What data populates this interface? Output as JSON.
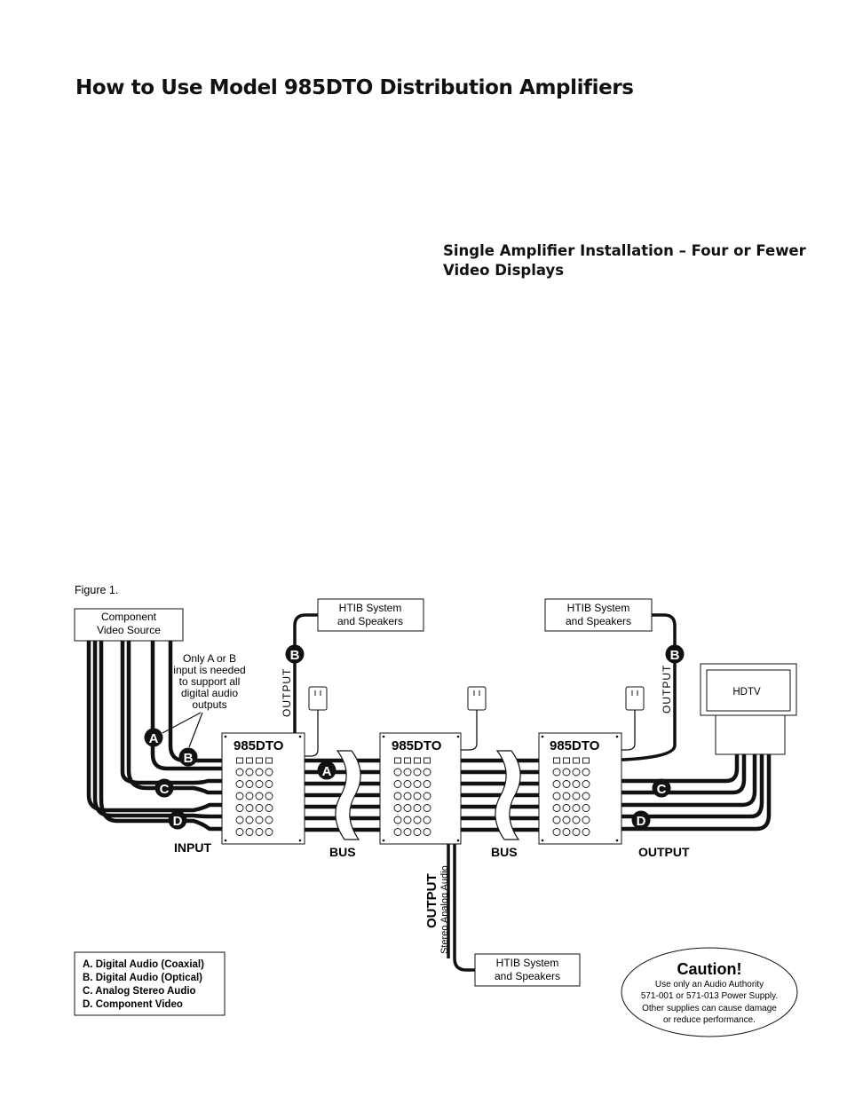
{
  "page_title": "How to Use Model 985DTO Distribution Amplifiers",
  "section_title": "Single Amplifier Installation – Four or Fewer Video Displays",
  "figure": {
    "caption": "Figure 1.",
    "component_source": [
      "Component",
      "Video Source"
    ],
    "htib_box": [
      "HTIB System",
      "and Speakers"
    ],
    "hdtv_label": "HDTV",
    "amp_model": "985DTO",
    "note": [
      "Only A or B",
      "input is needed",
      "to support all",
      "digital audio",
      "outputs"
    ],
    "output_vertical": "OUTPUT",
    "center_output": "OUTPUT",
    "center_output_sub": "Stereo Analog Audio",
    "label_input": "INPUT",
    "label_bus": "BUS",
    "label_output": "OUTPUT",
    "markers": {
      "a": "A",
      "b": "B",
      "c": "C",
      "d": "D"
    },
    "legend": [
      "A. Digital Audio (Coaxial)",
      "B. Digital Audio (Optical)",
      "C. Analog Stereo Audio",
      "D. Component Video"
    ],
    "caution": {
      "title": "Caution!",
      "lines": [
        "Use only an Audio Authority",
        "571-001 or 571-013 Power Supply.",
        "Other supplies can cause damage",
        "or reduce performance."
      ]
    }
  }
}
